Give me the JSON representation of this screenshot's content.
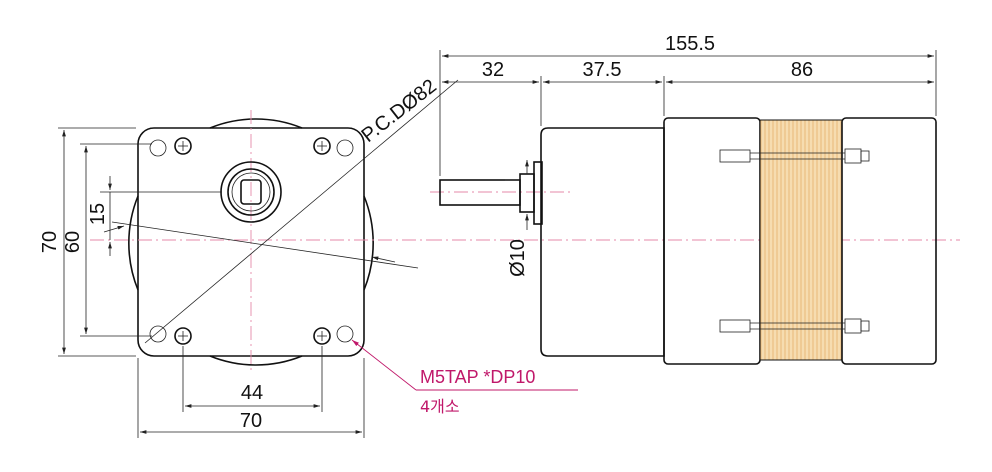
{
  "colors": {
    "line": "#111111",
    "centerline": "#e58aa8",
    "leader": "#c0186a",
    "stator": "#f6dcb0",
    "stator_stripe": "#e8b878"
  },
  "front_view": {
    "pcd_label": "P.C.DØ82",
    "height_outer": "70",
    "height_inner": "60",
    "offset": "15",
    "width_holes": "44",
    "width_outer": "70"
  },
  "side_view": {
    "total_length": "155.5",
    "shaft_length": "32",
    "gearhead_length": "37.5",
    "motor_length": "86",
    "shaft_dia": "Ø10"
  },
  "callout": {
    "tap": "M5TAP *DP10",
    "qty": "4개소"
  }
}
